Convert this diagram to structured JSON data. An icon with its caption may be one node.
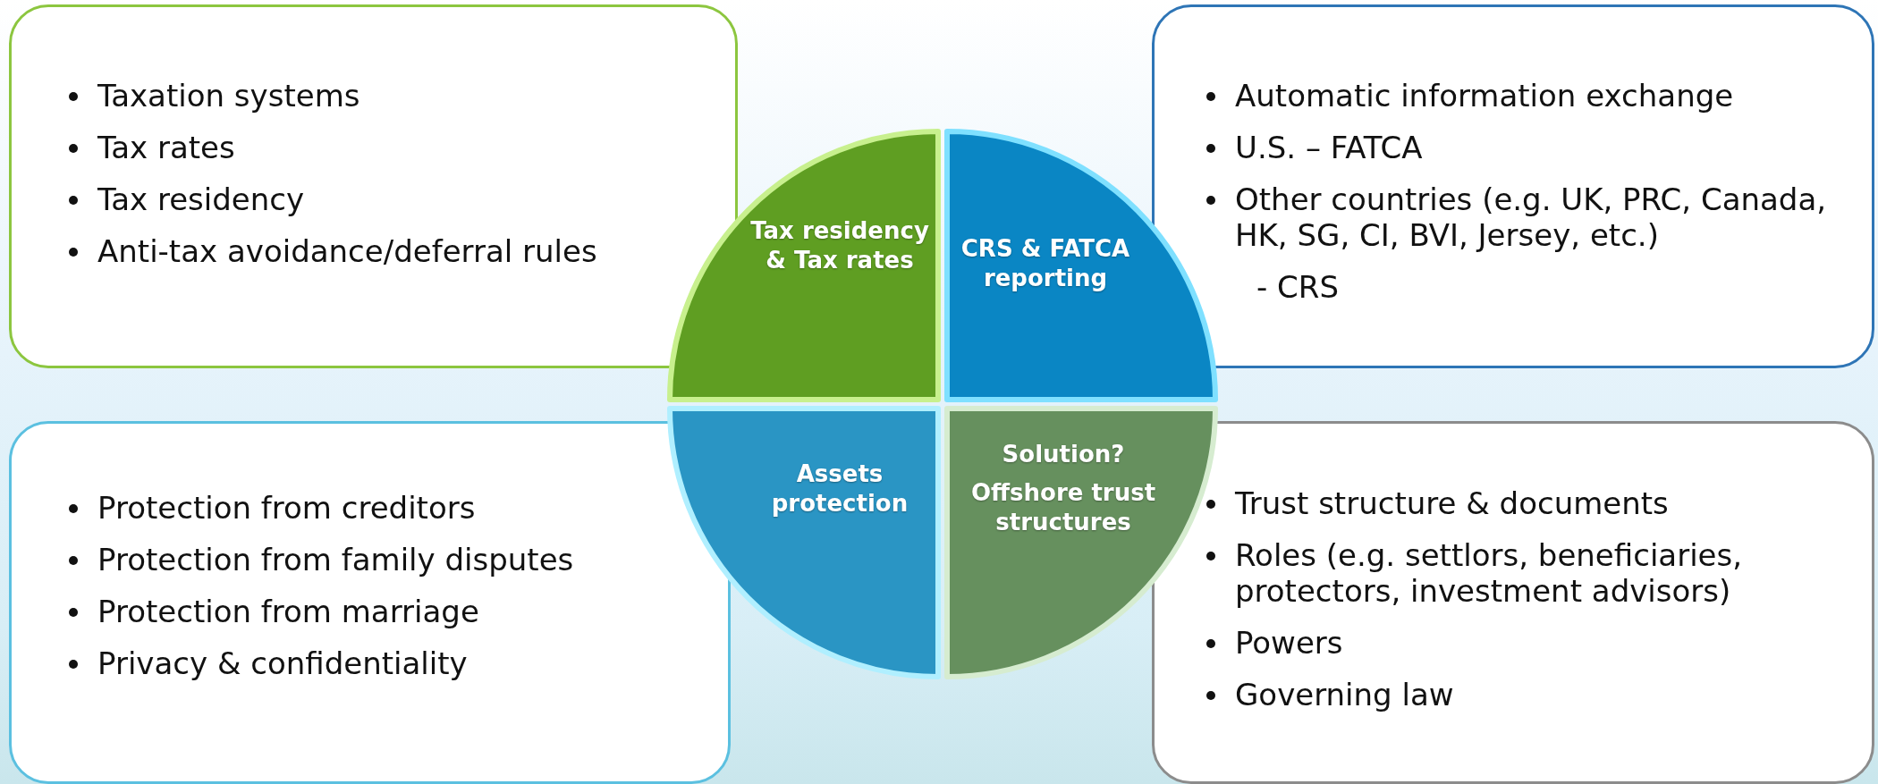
{
  "diagram": {
    "nodes": [
      {
        "text": [
          "Taxation systems",
          "Tax rates",
          "Tax residency",
          "Anti-tax avoidance/deferral rules"
        ]
      },
      {
        "text": [
          "Tax residency & Tax rates"
        ]
      },
      {
        "text": [
          "CRS & FATCA reporting"
        ]
      },
      {
        "text": [
          "Automatic information exchange",
          "U.S. – FATCA",
          "Other countries (e.g. UK, PRC, Canada, HK, SG, CI, BVI, Jersey, etc.)",
          "- CRS"
        ]
      },
      {
        "text": [
          "Protection from creditors",
          "Protection from family disputes",
          "Protection from marriage",
          "Privacy & confidentiality"
        ]
      },
      {
        "text": [
          "Assets protection"
        ]
      },
      {
        "text": [
          "Solution?",
          "Offshore trust structures"
        ]
      },
      {
        "text": [
          "Trust structure & documents",
          "Roles (e.g. settlors, beneficiaries, protectors, investment advisors)",
          "Powers",
          "Governing law"
        ]
      }
    ]
  }
}
